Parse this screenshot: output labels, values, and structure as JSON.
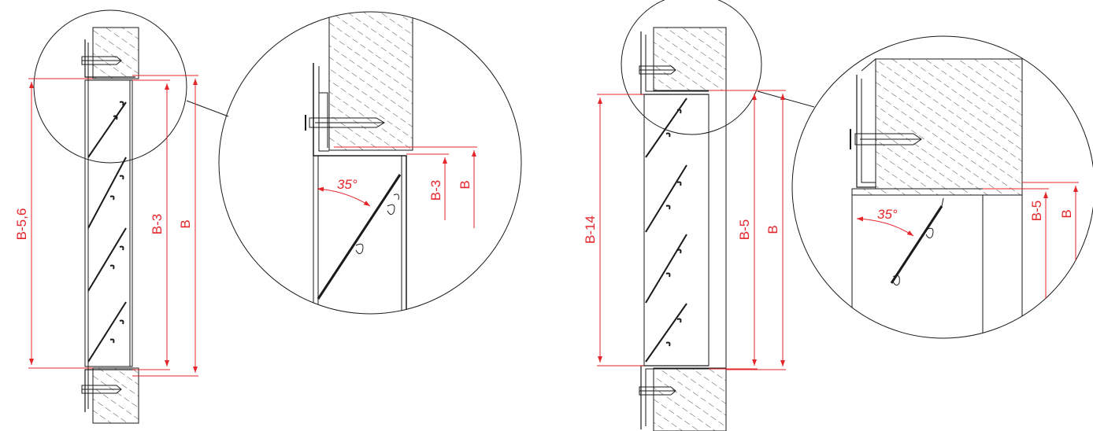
{
  "left_grille": {
    "dims": {
      "outer": "B-5,6",
      "inner": "B-3",
      "full": "B"
    },
    "detail": {
      "angle": "35°",
      "inner": "B-3",
      "full": "B"
    }
  },
  "right_grille": {
    "dims": {
      "outer": "B-14",
      "inner": "B-5",
      "full": "B"
    },
    "detail": {
      "angle": "35°",
      "inner": "B-5",
      "full": "B"
    }
  },
  "colors": {
    "line": "#1a1a1a",
    "dimension": "#e4262a",
    "background": "#ffffff"
  }
}
